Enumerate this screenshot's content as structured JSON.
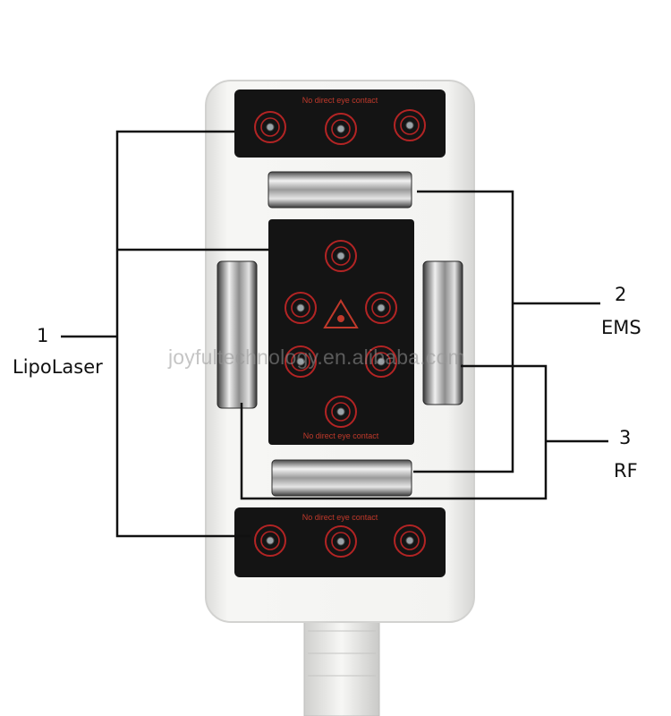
{
  "callouts": [
    {
      "number": "1",
      "name": "LipoLaser"
    },
    {
      "number": "2",
      "name": "EMS"
    },
    {
      "number": "3",
      "name": "RF"
    }
  ],
  "panel_text": {
    "top": "No direct eye contact",
    "center": "No direct eye contact",
    "bottom": "No direct eye contact"
  },
  "watermark": "joyfultechnology.en.alibaba.com",
  "colors": {
    "device_body": "#f4f4f2",
    "panel": "#141414",
    "laser_ring": "#b32424",
    "panel_text": "#c0392b",
    "leader_line": "#111111"
  }
}
